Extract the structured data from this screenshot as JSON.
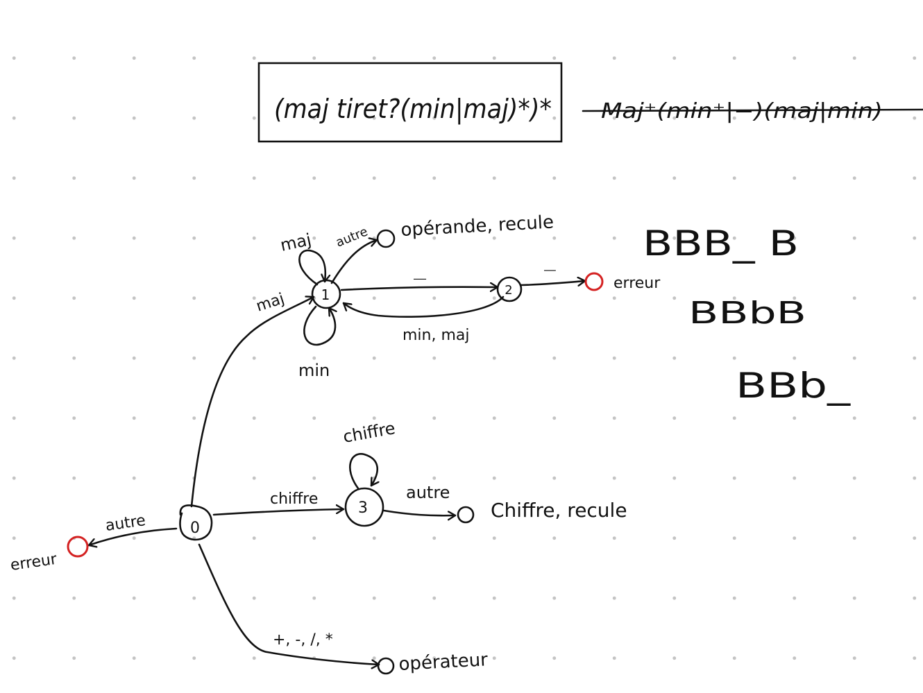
{
  "regex": {
    "main": "(maj tiret?(min|maj)*)*",
    "struck": "Maj⁺(min⁺|−)(maj|min)"
  },
  "states": {
    "s0": "0",
    "s1": "1",
    "s2": "2",
    "s3": "3"
  },
  "edges": {
    "s0_err": "autre",
    "s0_s1": "maj",
    "s0_s3": "chiffre",
    "s0_op": "+, -, /, *",
    "s1_self_maj": "maj",
    "s1_self_min": "min",
    "s1_autre": "autre",
    "s1_s2": "_",
    "s2_s1": "min, maj",
    "s2_err": "_",
    "s3_self": "chiffre",
    "s3_autre": "autre"
  },
  "finals": {
    "err_left": "erreur",
    "operande": "opérande, recule",
    "err_right": "erreur",
    "chiffre": "Chiffre, recule",
    "operateur": "opérateur"
  },
  "examples": [
    "BBB_ B",
    "BBbB",
    "BBb_"
  ],
  "colors": {
    "ink": "#111111",
    "error": "#d42121",
    "dots": "#c4c4c4"
  }
}
